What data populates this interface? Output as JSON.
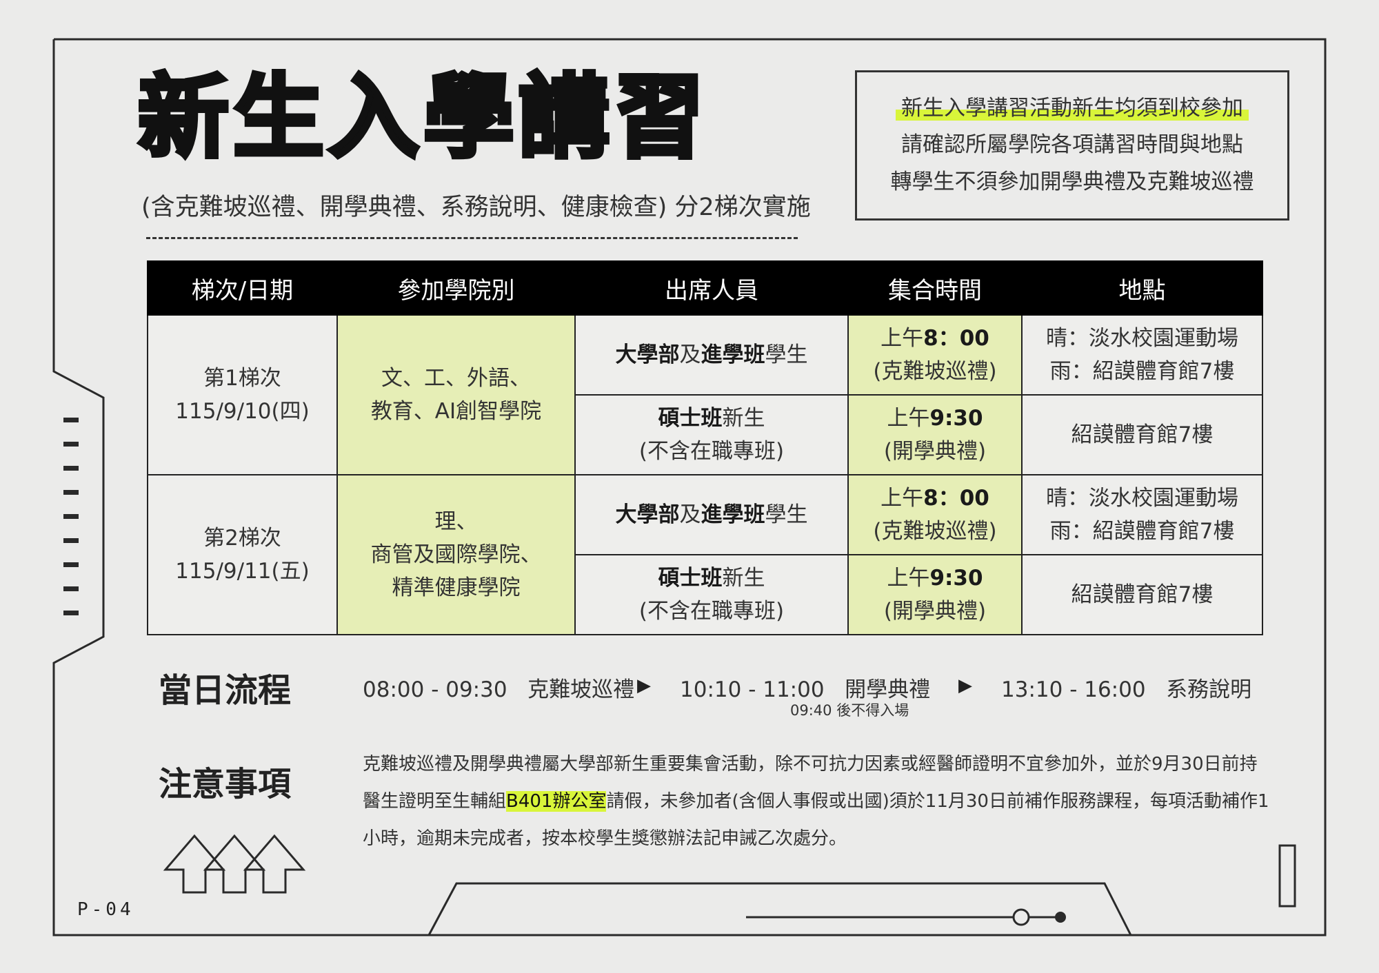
{
  "header": {
    "title": "新生入學講習",
    "subtitle": "(含克難坡巡禮、開學典禮、系務說明、健康檢查) 分2梯次實施"
  },
  "notice": {
    "lines": [
      "新生入學講習活動新生均須到校參加",
      "請確認所屬學院各項講習時間與地點",
      "轉學生不須參加開學典禮及克難坡巡禮"
    ]
  },
  "table": {
    "headers": [
      "梯次/日期",
      "參加學院別",
      "出席人員",
      "集合時間",
      "地點"
    ],
    "batches": [
      {
        "batch": "第1梯次",
        "date": "115/9/10(四)",
        "colleges_line1": "文、工、外語、",
        "colleges_line2": "教育、AI創智學院",
        "colleges_line3": "",
        "rows": [
          {
            "att_bold1": "大學部",
            "att_mid": "及",
            "att_bold2": "進學班",
            "att_tail": "學生",
            "att_note": "",
            "time_prefix": "上午",
            "time_value": "8：00",
            "event": "(克難坡巡禮)",
            "venue_line1": "晴：淡水校園運動場",
            "venue_line2": "雨：紹謨體育館7樓"
          },
          {
            "att_bold1": "碩士班",
            "att_mid": "",
            "att_bold2": "",
            "att_tail": "新生",
            "att_note": "(不含在職專班)",
            "time_prefix": "上午",
            "time_value": "9:30",
            "event": "(開學典禮)",
            "venue_line1": "紹謨體育館7樓",
            "venue_line2": ""
          }
        ]
      },
      {
        "batch": "第2梯次",
        "date": "115/9/11(五)",
        "colleges_line1": "理、",
        "colleges_line2": "商管及國際學院、",
        "colleges_line3": "精準健康學院",
        "rows": [
          {
            "att_bold1": "大學部",
            "att_mid": "及",
            "att_bold2": "進學班",
            "att_tail": "學生",
            "att_note": "",
            "time_prefix": "上午",
            "time_value": "8：00",
            "event": "(克難坡巡禮)",
            "venue_line1": "晴：淡水校園運動場",
            "venue_line2": "雨：紹謨體育館7樓"
          },
          {
            "att_bold1": "碩士班",
            "att_mid": "",
            "att_bold2": "",
            "att_tail": "新生",
            "att_note": "(不含在職專班)",
            "time_prefix": "上午",
            "time_value": "9:30",
            "event": "(開學典禮)",
            "venue_line1": "紹謨體育館7樓",
            "venue_line2": ""
          }
        ]
      }
    ]
  },
  "flow": {
    "heading": "當日流程",
    "items": [
      {
        "time": "08:00 - 09:30",
        "label": "克難坡巡禮"
      },
      {
        "time": "10:10 - 11:00",
        "label": "開學典禮"
      },
      {
        "time": "13:10 - 16:00",
        "label": "系務說明"
      }
    ],
    "note": "09:40 後不得入場"
  },
  "notes": {
    "heading": "注意事項",
    "text_before": "克難坡巡禮及開學典禮屬大學部新生重要集會活動，除不可抗力因素或經醫師證明不宜參加外，並於9月30日前持醫生證明至生輔組",
    "highlight": "B401辦公室",
    "text_after": "請假，未參加者(含個人事假或出國)須於11月30日前補作服務課程，每項活動補作1小時，逾期未完成者，按本校學生獎懲辦法記申誡乙次處分。"
  },
  "footer": {
    "page_number": "P-04"
  },
  "colors": {
    "highlight": "#d9f53a",
    "cell_green": "#e6eeb6",
    "background": "#ebebea",
    "ink": "#222222"
  }
}
